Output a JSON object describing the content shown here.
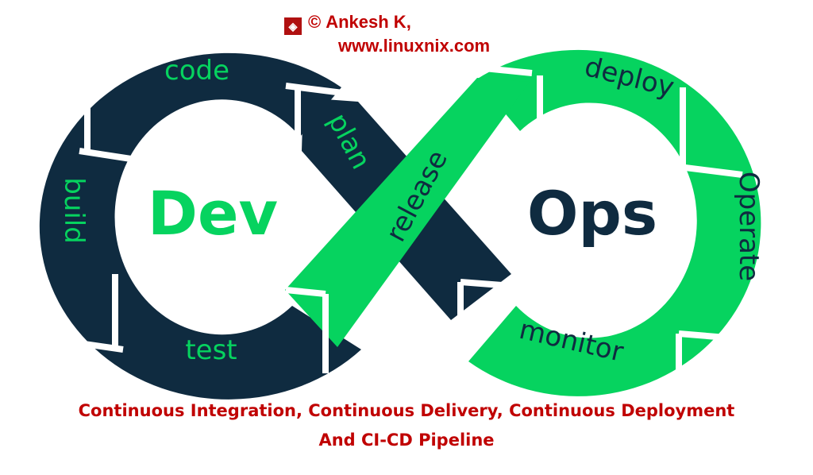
{
  "credit": {
    "copyright_symbol": "©",
    "author": "Ankesh K,",
    "website": "www.linuxnix.com"
  },
  "diagram": {
    "dev_label": "Dev",
    "ops_label": "Ops",
    "stages": {
      "code": "code",
      "plan": "plan",
      "build": "build",
      "test": "test",
      "release": "release",
      "deploy": "deploy",
      "operate": "Operate",
      "monitor": "monitor"
    },
    "colors": {
      "dev": "#0f2b40",
      "ops": "#06d35f",
      "caption": "#c00000"
    }
  },
  "caption": {
    "line1": "Continuous Integration, Continuous Delivery, Continuous Deployment",
    "line2": "And CI-CD Pipeline"
  }
}
